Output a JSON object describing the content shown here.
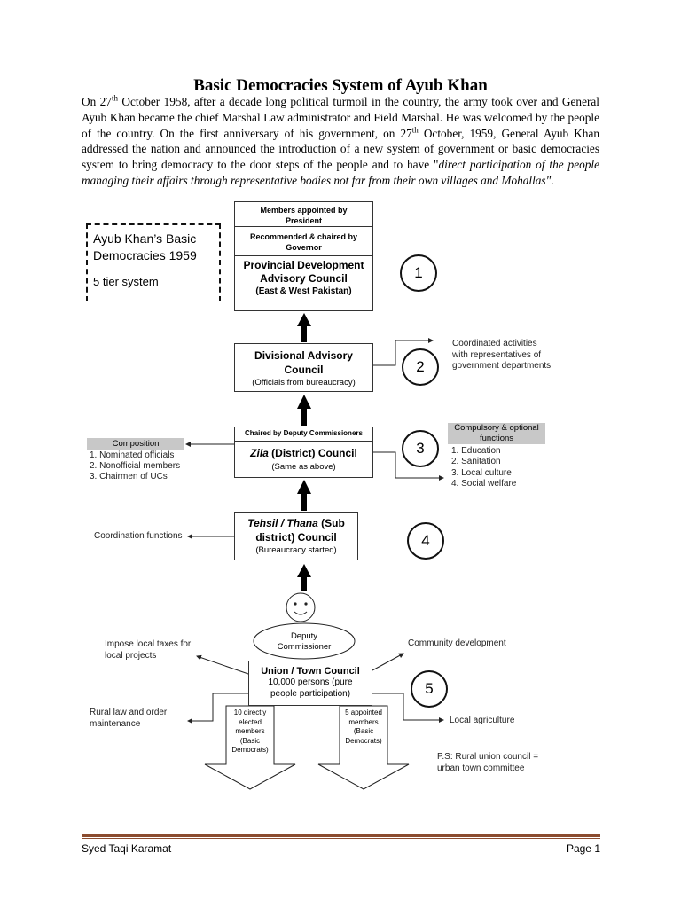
{
  "document": {
    "title": "Basic Democracies System of Ayub Khan",
    "intro": {
      "p1": "On 27",
      "sup1": "th",
      "p2": " October 1958, after a decade long political turmoil in the country, the army took over and General Ayub Khan became the chief Marshal Law administrator and Field Marshal. He was welcomed by the people of the country. On the first anniversary of his government, on 27",
      "sup2": "th",
      "p3": " October, 1959, General Ayub Khan addressed the nation and announced the introduction of a new system of government or basic democracies system to bring democracy to the door steps of the people and to have \"",
      "quote": "direct participation of the people managing their affairs through representative bodies not far from their own villages and Mohallas\"",
      "end": "."
    }
  },
  "diagram": {
    "legend": {
      "line1": "Ayub Khan’s Basic",
      "line2": "Democracies 1959",
      "line3": "5 tier system"
    },
    "tier1": {
      "top": "Members appointed by President",
      "mid": "Recommended & chaired by Governor",
      "name": "Provincial Development Advisory Council",
      "sub": "(East & West Pakistan)",
      "number": "1"
    },
    "tier2": {
      "name": "Divisional Advisory Council",
      "sub": "(Officials from bureaucracy)",
      "number": "2",
      "note": "Coordinated activities with representatives of government departments"
    },
    "tier3": {
      "top": "Chaired by Deputy Commissioners",
      "name_italic": "Zila",
      "name_rest": " (District) Council",
      "sub": "(Same as above)",
      "number": "3",
      "composition_title": "Composition",
      "composition_items": [
        "1. Nominated officials",
        "2. Nonofficial members",
        "3. Chairmen of UCs"
      ],
      "functions_title": "Compulsory & optional functions",
      "functions_items": [
        "1. Education",
        "2. Sanitation",
        "3. Local culture",
        "4. Social welfare"
      ]
    },
    "tier4": {
      "name_italic": "Tehsil / Thana",
      "name_rest": " (Sub district) Council",
      "sub": "(Bureaucracy started)",
      "number": "4",
      "note": "Coordination functions"
    },
    "tier5": {
      "officer": "Deputy Commissioner",
      "name": "Union / Town Council",
      "sub": "10,000 persons (pure people participation)",
      "number": "5",
      "left_top": "Impose local taxes for local projects",
      "left_bottom": "Rural law and order maintenance",
      "right_top": "Community development",
      "right_bottom": "Local agriculture",
      "arrow_left": "10 directly elected members (Basic Democrats)",
      "arrow_right": "5 appointed members (Basic Democrats)",
      "ps": "P.S: Rural union council = urban town committee"
    }
  },
  "footer": {
    "author": "Syed Taqi Karamat",
    "page": "Page 1"
  }
}
